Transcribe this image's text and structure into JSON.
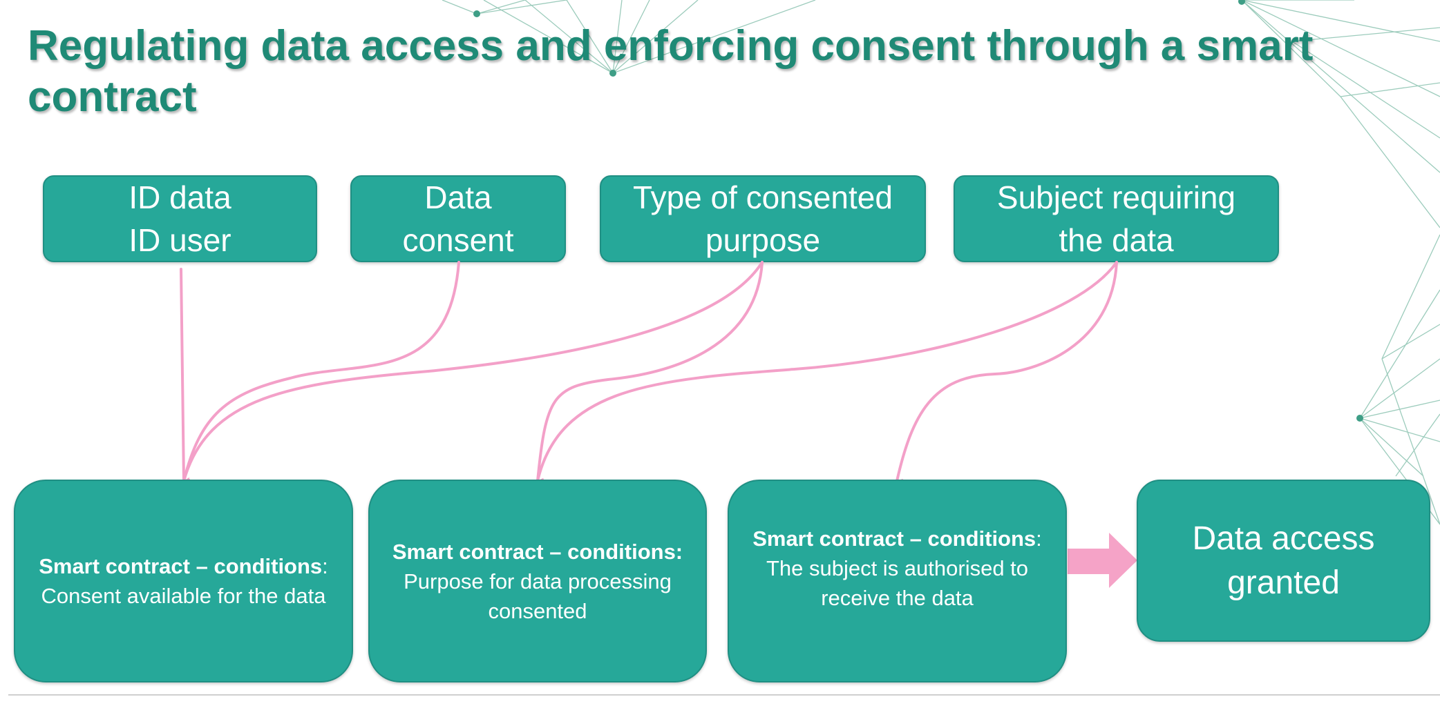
{
  "slide": {
    "title": "Regulating data access and enforcing consent through a smart contract",
    "colors": {
      "title": "#1f8a76",
      "box_fill": "#26a899",
      "box_text": "#ffffff",
      "connector": "#f3a0c8",
      "arrow": "#f5a3c7",
      "background_network": "#3e9e86"
    }
  },
  "inputs": [
    {
      "line1": "ID data",
      "line2": "ID user"
    },
    {
      "line1": "Data",
      "line2": "consent"
    },
    {
      "line1": "Type of consented",
      "line2": "purpose"
    },
    {
      "line1": "Subject requiring",
      "line2": "the data"
    }
  ],
  "conditions": [
    {
      "heading": "Smart contract – conditions",
      "heading_suffix": ":",
      "body": "Consent available for the data"
    },
    {
      "heading": "Smart contract – conditions:",
      "heading_suffix": "",
      "body": "Purpose for data processing consented"
    },
    {
      "heading": "Smart contract – conditions",
      "heading_suffix": ":",
      "body": "The subject is authorised to receive the data"
    }
  ],
  "result": {
    "line1": "Data access",
    "line2": "granted"
  }
}
